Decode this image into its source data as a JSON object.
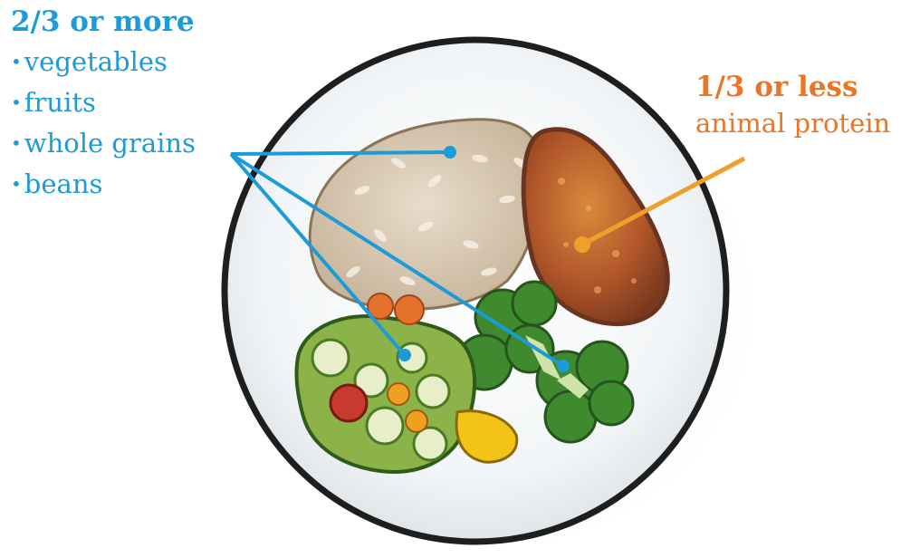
{
  "plant_label": {
    "heading": "2/3 or more",
    "items": [
      "vegetables",
      "fruits",
      "whole grains",
      "beans"
    ],
    "bullet": "•",
    "color": "#1b9bd7"
  },
  "protein_label": {
    "heading": "1/3 or less",
    "subtitle": "animal protein",
    "color": "#e97526"
  },
  "plate": {
    "foods": [
      "rice-icon",
      "chicken-icon",
      "broccoli-icon",
      "zucchini-vegetables-icon",
      "cherry-tomato-icon"
    ]
  }
}
